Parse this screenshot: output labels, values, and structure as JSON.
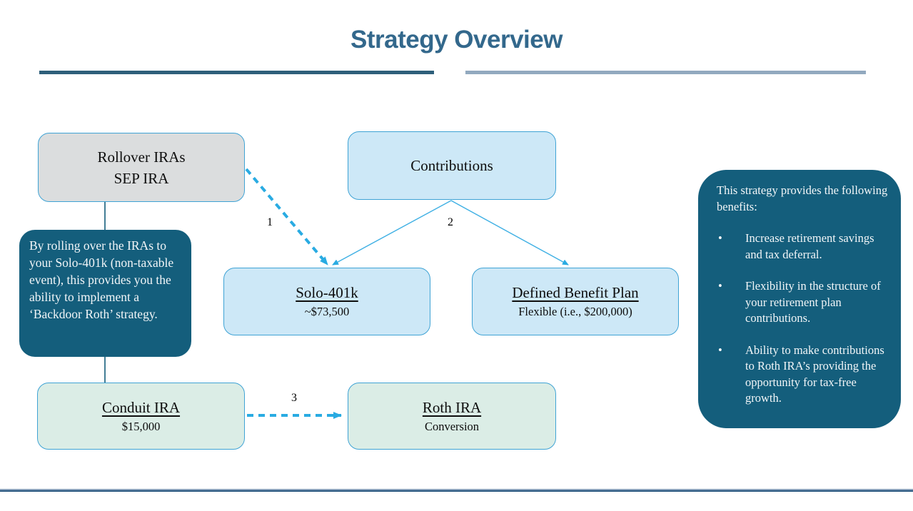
{
  "header": {
    "title": "Strategy Overview"
  },
  "nodes": {
    "rollover": {
      "line1": "Rollover IRAs",
      "line2": "SEP IRA"
    },
    "contributions": {
      "title": "Contributions"
    },
    "solo401k": {
      "title": "Solo-401k",
      "subtitle": "~$73,500"
    },
    "defined_benefit": {
      "title": "Defined Benefit Plan",
      "subtitle": "Flexible (i.e., $200,000)"
    },
    "conduit": {
      "title": "Conduit IRA",
      "subtitle": "$15,000"
    },
    "roth": {
      "title": "Roth IRA",
      "subtitle": "Conversion"
    }
  },
  "steps": [
    "1",
    "2",
    "3"
  ],
  "callout": {
    "text": "By rolling over the IRAs to your Solo-401k (non-taxable event), this provides you the ability to implement a ‘Backdoor Roth’ strategy."
  },
  "benefits": {
    "intro": "This strategy provides the following benefits:",
    "bullet_glyph": "•",
    "items": [
      "Increase retirement savings and tax deferral.",
      "Flexibility in the structure of your retirement plan contributions.",
      "Ability to make contributions to Roth IRA’s providing the opportunity for tax-free growth."
    ]
  },
  "icons": {
    "arrowhead": "filled-triangle",
    "bullet": "round-dot"
  },
  "colors": {
    "title_text": "#33688C",
    "underline_left": "#2E5F7A",
    "underline_right": "#92A9BF",
    "dark_teal_panel": "#145E7C",
    "light_blue_fill": "#CDE8F7",
    "mint_fill": "#DBEDE6",
    "gray_fill": "#DBDDDE",
    "node_border": "#3FA3D5",
    "arrow_blue": "#29ABE2",
    "footer_rule_dark": "#27567E",
    "footer_rule_light": "#8AA2BC"
  }
}
